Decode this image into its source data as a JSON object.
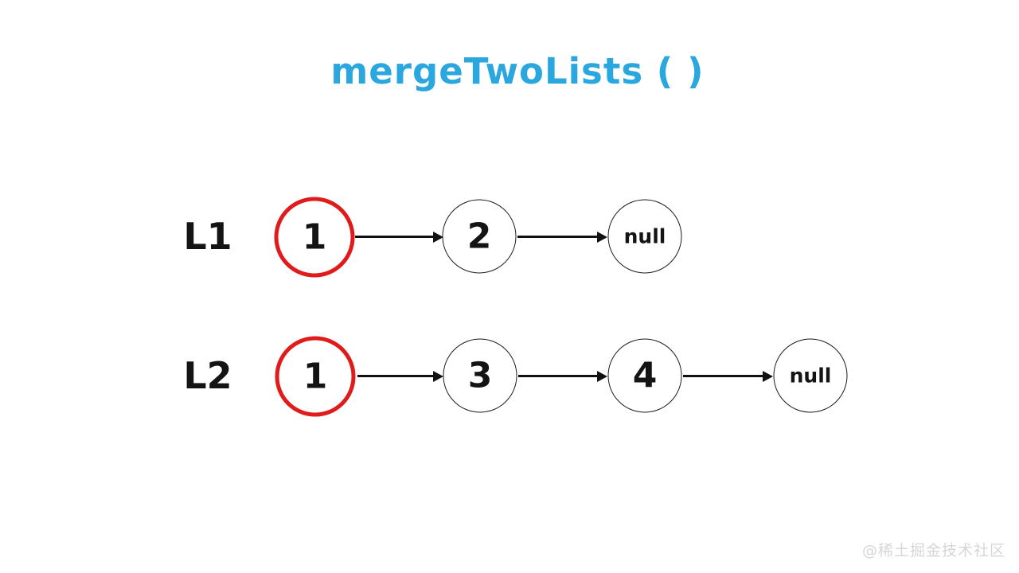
{
  "title": "mergeTwoLists ( )",
  "colors": {
    "title": "#2aa7de",
    "node_stroke": "#1c1c1c",
    "highlight_ring": "#e01b1b",
    "arrow": "#111111",
    "watermark": "#d6d6d6"
  },
  "lists": [
    {
      "label": "L1",
      "nodes": [
        {
          "value": "1",
          "highlight": true
        },
        {
          "value": "2",
          "highlight": false
        },
        {
          "value": "null",
          "highlight": false
        }
      ]
    },
    {
      "label": "L2",
      "nodes": [
        {
          "value": "1",
          "highlight": true
        },
        {
          "value": "3",
          "highlight": false
        },
        {
          "value": "4",
          "highlight": false
        },
        {
          "value": "null",
          "highlight": false
        }
      ]
    }
  ],
  "watermark": "@稀土掘金技术社区"
}
